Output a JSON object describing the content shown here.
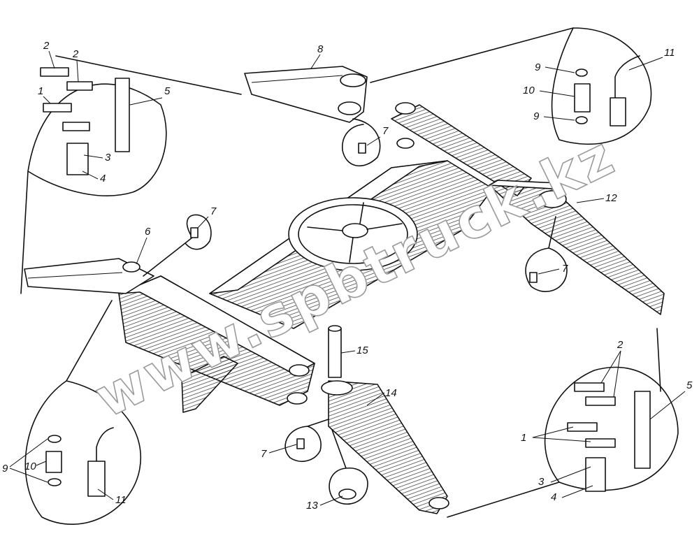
{
  "watermark": "www.spbtruck.kz",
  "callouts": [
    {
      "id": "c1",
      "text": "1"
    },
    {
      "id": "c2",
      "text": "2"
    },
    {
      "id": "c2b",
      "text": "2"
    },
    {
      "id": "c3",
      "text": "3"
    },
    {
      "id": "c4",
      "text": "4"
    },
    {
      "id": "c5",
      "text": "5"
    },
    {
      "id": "c6",
      "text": "6"
    },
    {
      "id": "c7a",
      "text": "7"
    },
    {
      "id": "c7b",
      "text": "7"
    },
    {
      "id": "c7c",
      "text": "7"
    },
    {
      "id": "c7d",
      "text": "7"
    },
    {
      "id": "c8",
      "text": "8"
    },
    {
      "id": "c9a",
      "text": "9"
    },
    {
      "id": "c9b",
      "text": "9"
    },
    {
      "id": "c10",
      "text": "10"
    },
    {
      "id": "c11",
      "text": "11"
    },
    {
      "id": "c12",
      "text": "12"
    },
    {
      "id": "c9c",
      "text": "9"
    },
    {
      "id": "c10b",
      "text": "10"
    },
    {
      "id": "c11b",
      "text": "11"
    },
    {
      "id": "c13",
      "text": "13"
    },
    {
      "id": "c14",
      "text": "14"
    },
    {
      "id": "c15",
      "text": "15"
    },
    {
      "id": "c2c",
      "text": "2"
    },
    {
      "id": "c1b",
      "text": "1"
    },
    {
      "id": "c3b",
      "text": "3"
    },
    {
      "id": "c4b",
      "text": "4"
    },
    {
      "id": "c5b",
      "text": "5"
    }
  ]
}
